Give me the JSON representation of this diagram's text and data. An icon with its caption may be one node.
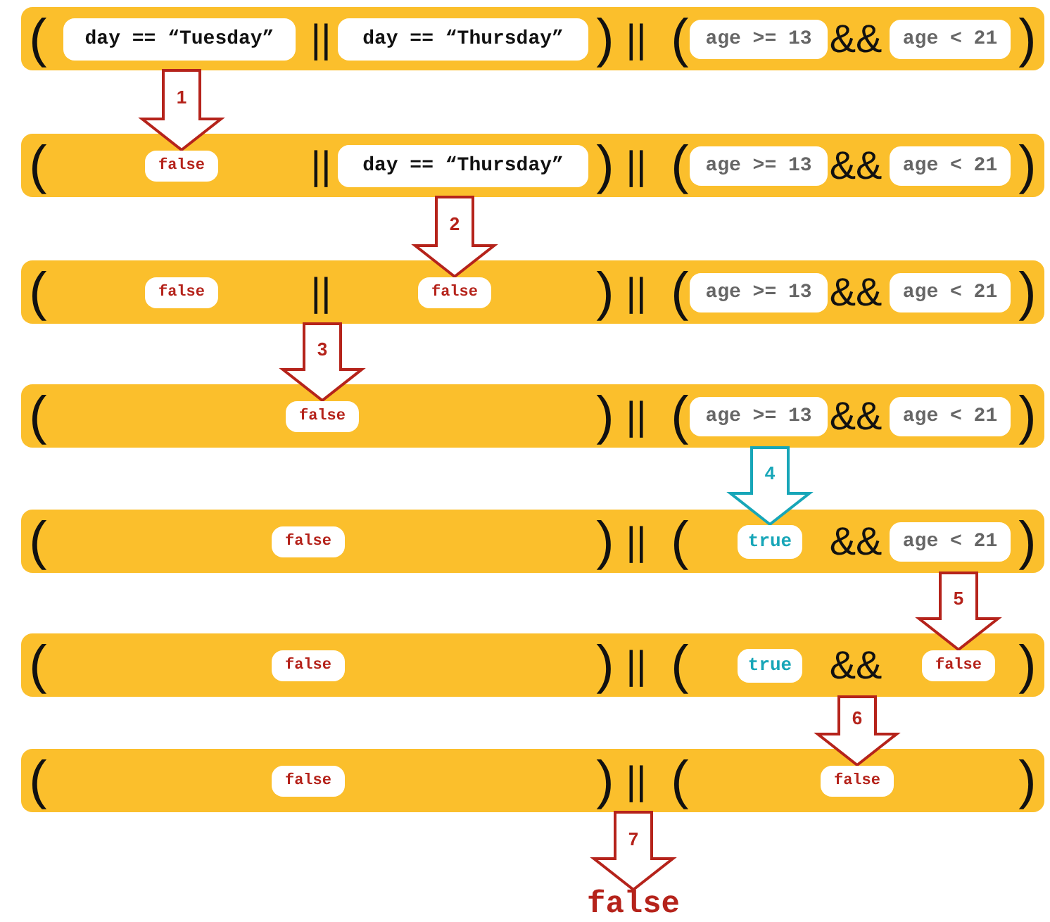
{
  "diagram": {
    "nodes": [
      {
        "text": [
          "(",
          "||",
          ")",
          "||",
          "(",
          "&&",
          ")"
        ]
      },
      {
        "text": [
          "day == “Tuesday”"
        ],
        "in": 0
      },
      {
        "text": [
          "day == “Thursday”"
        ],
        "in": 0
      },
      {
        "text": [
          "age >= 13"
        ],
        "in": 0
      },
      {
        "text": [
          "age < 21"
        ],
        "in": 0
      },
      {
        "text": [
          "(",
          "||",
          ")",
          "||",
          "(",
          "&&",
          ")"
        ]
      },
      {
        "text": [
          "false"
        ],
        "in": 5
      },
      {
        "text": [
          "day == “Thursday”"
        ],
        "in": 5
      },
      {
        "text": [
          "age >= 13"
        ],
        "in": 5
      },
      {
        "text": [
          "age < 21"
        ],
        "in": 5
      },
      {
        "text": [
          "(",
          "||",
          ")",
          "||",
          "(",
          "&&",
          ")"
        ]
      },
      {
        "text": [
          "false"
        ],
        "in": 10
      },
      {
        "text": [
          "false"
        ],
        "in": 10
      },
      {
        "text": [
          "age >= 13"
        ],
        "in": 10
      },
      {
        "text": [
          "age < 21"
        ],
        "in": 10
      },
      {
        "text": [
          "(",
          ")",
          "||",
          "(",
          "&&",
          ")"
        ]
      },
      {
        "text": [
          "false"
        ],
        "in": 15
      },
      {
        "text": [
          "age >= 13"
        ],
        "in": 15
      },
      {
        "text": [
          "age < 21"
        ],
        "in": 15
      },
      {
        "text": [
          "(",
          ")",
          "||",
          "(",
          "&&",
          ")"
        ]
      },
      {
        "text": [
          "false"
        ],
        "in": 19
      },
      {
        "text": [
          "true"
        ],
        "in": 19
      },
      {
        "text": [
          "age < 21"
        ],
        "in": 19
      },
      {
        "text": [
          "(",
          ")",
          "||",
          "(",
          "&&",
          ")"
        ]
      },
      {
        "text": [
          "false"
        ],
        "in": 23
      },
      {
        "text": [
          "true"
        ],
        "in": 23
      },
      {
        "text": [
          "false"
        ],
        "in": 23
      },
      {
        "text": [
          "(",
          ")",
          "||",
          "(",
          ")"
        ]
      },
      {
        "text": [
          "false"
        ],
        "in": 27
      },
      {
        "text": [
          "false"
        ],
        "in": 27
      },
      {
        "text": [
          "false"
        ]
      }
    ],
    "edges": [
      {
        "from": 1,
        "to": 6,
        "arrow": "to",
        "label": "1"
      },
      {
        "from": 7,
        "to": 12,
        "arrow": "to",
        "label": "2"
      },
      {
        "from": 11,
        "to": 16,
        "arrow": "to",
        "label": "3"
      },
      {
        "from": 12,
        "to": 16,
        "arrow": "to"
      },
      {
        "from": 17,
        "to": 21,
        "arrow": "to",
        "label": "4",
        "color": "#17a6b8"
      },
      {
        "from": 22,
        "to": 26,
        "arrow": "to",
        "label": "5"
      },
      {
        "from": 25,
        "to": 29,
        "arrow": "to",
        "label": "6"
      },
      {
        "from": 26,
        "to": 29,
        "arrow": "to"
      },
      {
        "from": 27,
        "to": 30,
        "arrow": "to",
        "label": "7"
      }
    ]
  }
}
